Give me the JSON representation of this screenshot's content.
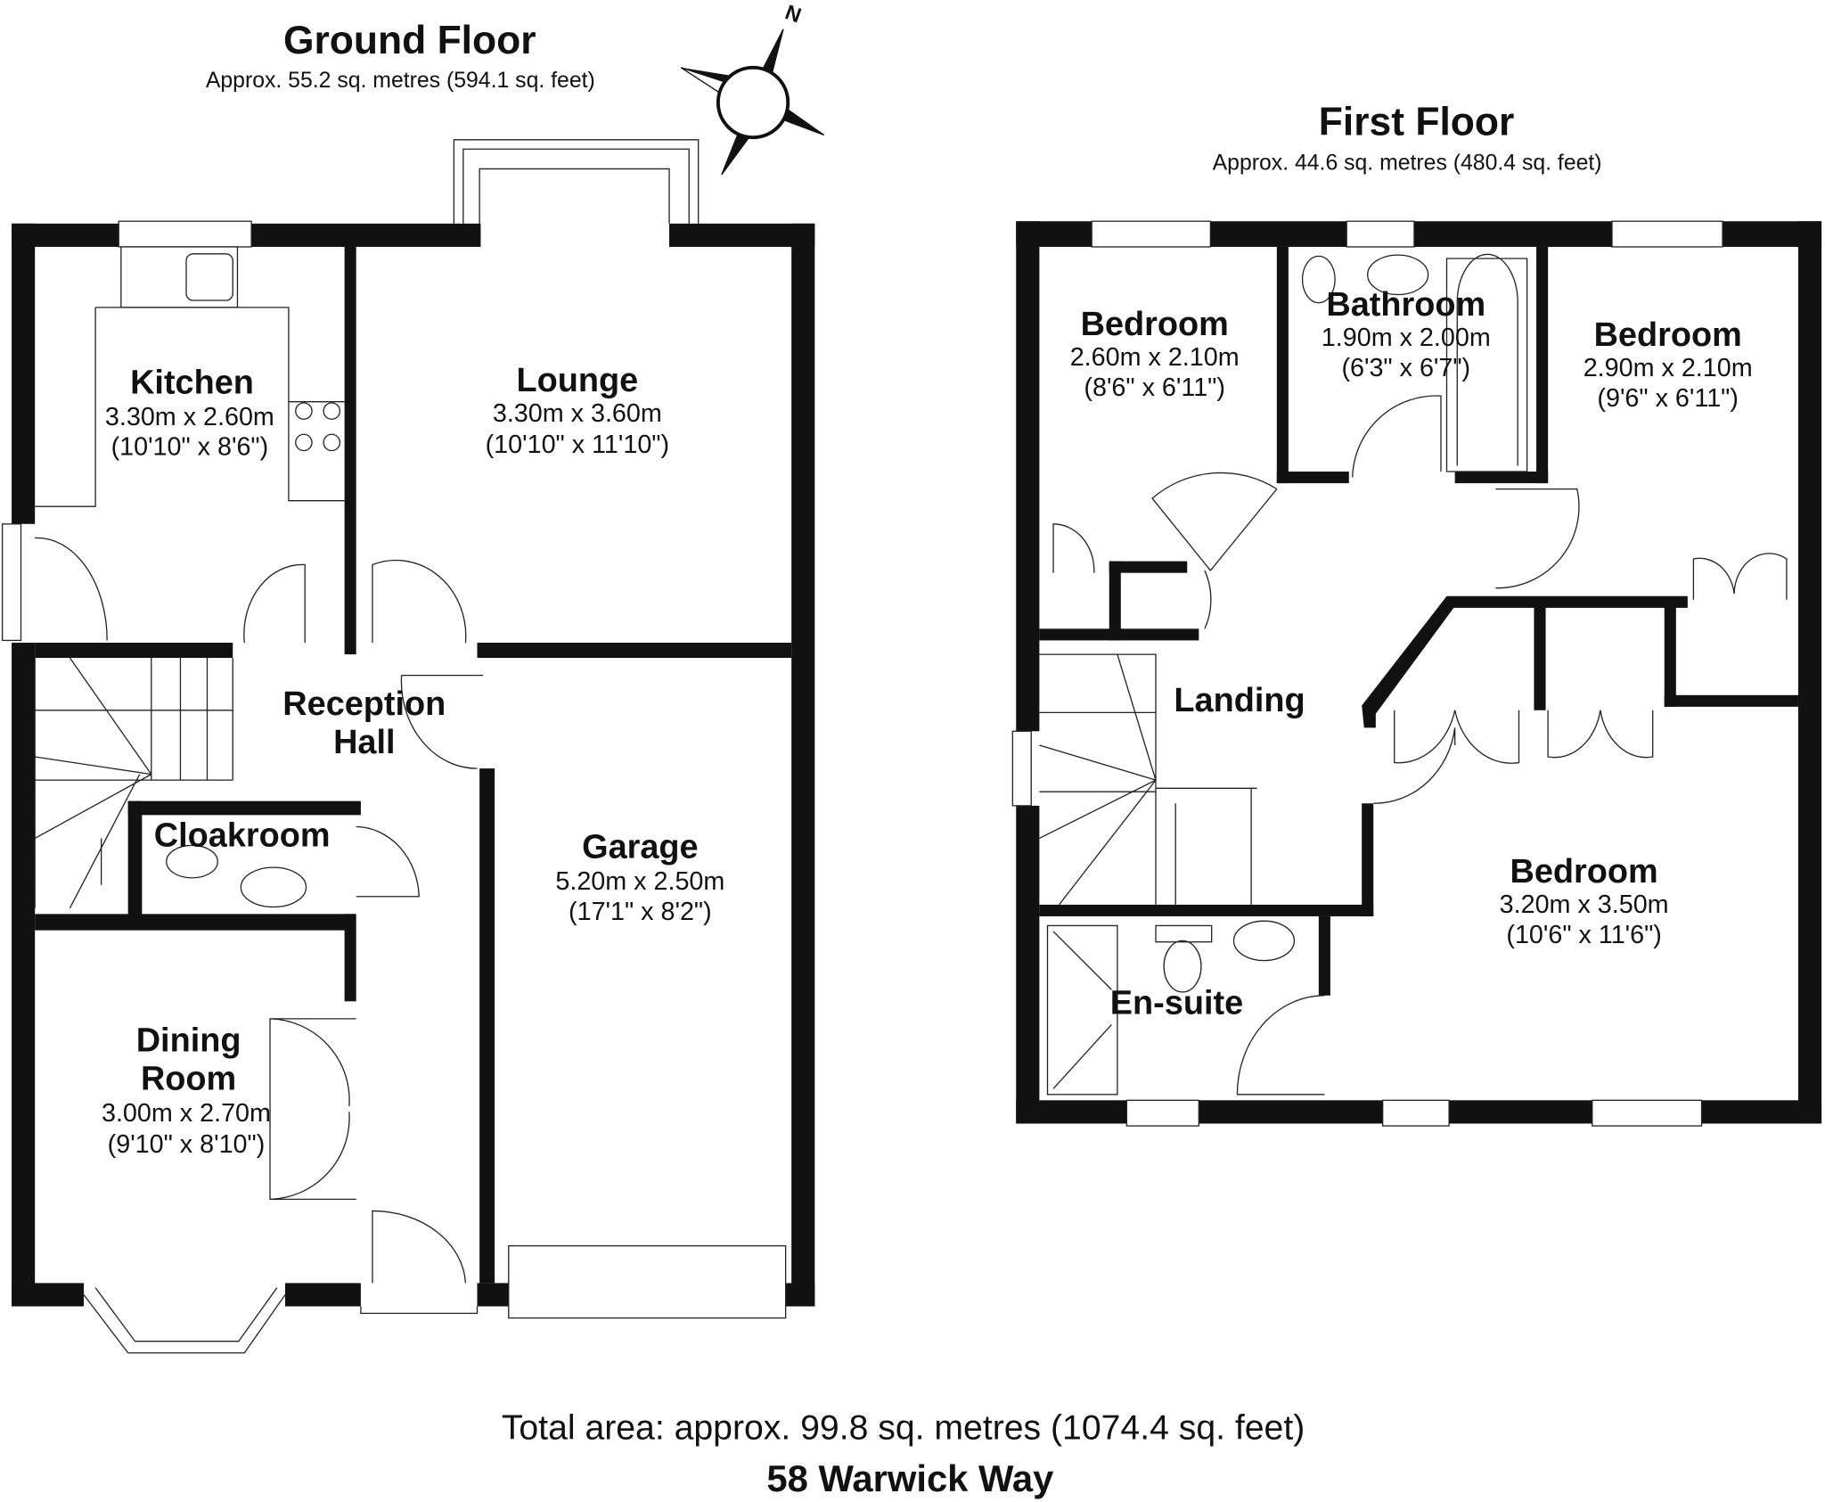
{
  "ground_floor": {
    "title": "Ground Floor",
    "area": "Approx. 55.2 sq. metres (594.1 sq. feet)",
    "rooms": [
      {
        "name": "Kitchen",
        "metric": "3.30m x 2.60m",
        "imperial": "(10'10\" x 8'6\")"
      },
      {
        "name": "Lounge",
        "metric": "3.30m x 3.60m",
        "imperial": "(10'10\" x 11'10\")"
      },
      {
        "name_line1": "Reception",
        "name_line2": "Hall"
      },
      {
        "name": "Cloakroom"
      },
      {
        "name": "Garage",
        "metric": "5.20m x 2.50m",
        "imperial": "(17'1\" x 8'2\")"
      },
      {
        "name_line1": "Dining",
        "name_line2": "Room",
        "metric": "3.00m x 2.70m",
        "imperial": "(9'10\" x 8'10\")"
      }
    ]
  },
  "first_floor": {
    "title": "First Floor",
    "area": "Approx. 44.6 sq. metres (480.4 sq. feet)",
    "rooms": [
      {
        "name": "Bedroom",
        "metric": "2.60m x 2.10m",
        "imperial": "(8'6\" x 6'11\")"
      },
      {
        "name": "Bathroom",
        "metric": "1.90m x 2.00m",
        "imperial": "(6'3\" x 6'7\")"
      },
      {
        "name": "Bedroom",
        "metric": "2.90m x 2.10m",
        "imperial": "(9'6\" x 6'11\")"
      },
      {
        "name": "Landing"
      },
      {
        "name": "Bedroom",
        "metric": "3.20m x 3.50m",
        "imperial": "(10'6\" x 11'6\")"
      },
      {
        "name": "En-suite"
      }
    ]
  },
  "compass": {
    "label": "N",
    "icon": "compass-icon"
  },
  "footer": {
    "total": "Total area: approx. 99.8 sq. metres (1074.4 sq. feet)",
    "address": "58 Warwick Way"
  }
}
